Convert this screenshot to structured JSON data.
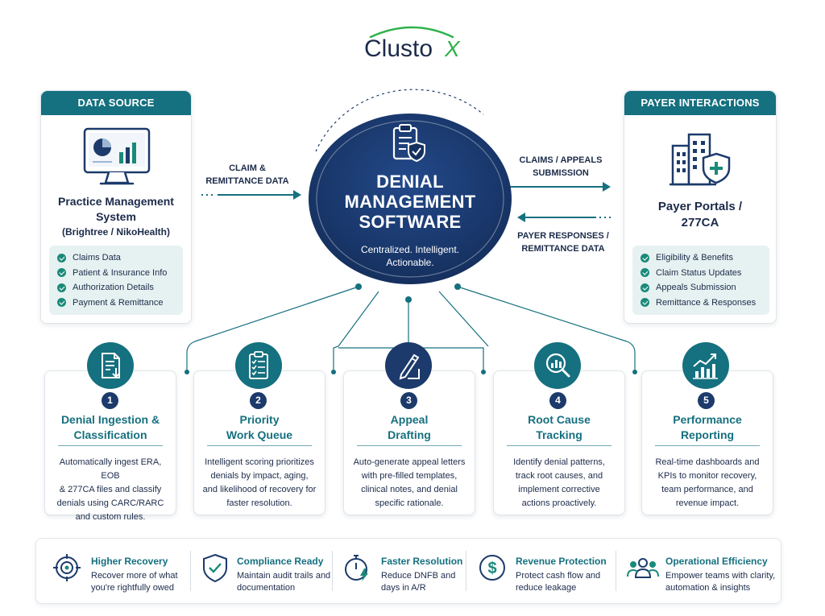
{
  "logo": {
    "text_main": "Clusto",
    "text_accent": "X",
    "accent_color": "#2fb24a"
  },
  "colors": {
    "navy": "#1c3a6b",
    "teal": "#15707f",
    "green": "#1a8a7a",
    "text": "#1c2b4a"
  },
  "data_source": {
    "header": "DATA SOURCE",
    "icon": "monitor-dashboard-icon",
    "title_line1": "Practice Management",
    "title_line2": "System",
    "subtitle": "(Brightree / NikoHealth)",
    "items": [
      "Claims Data",
      "Patient & Insurance Info",
      "Authorization Details",
      "Payment & Remittance"
    ]
  },
  "payer": {
    "header": "PAYER INTERACTIONS",
    "icon": "building-shield-icon",
    "title_line1": "Payer Portals /",
    "title_line2": "277CA",
    "items": [
      "Eligibility & Benefits",
      "Claim Status Updates",
      "Appeals Submission",
      "Remittance & Responses"
    ]
  },
  "flows": {
    "left_line1": "CLAIM &",
    "left_line2": "REMITTANCE DATA",
    "right_top_line1": "CLAIMS / APPEALS",
    "right_top_line2": "SUBMISSION",
    "right_bottom_line1": "PAYER RESPONSES /",
    "right_bottom_line2": "REMITTANCE DATA"
  },
  "center": {
    "icon": "clipboard-shield-icon",
    "title_line1": "DENIAL",
    "title_line2": "MANAGEMENT",
    "title_line3": "SOFTWARE",
    "sub_line1": "Centralized. Intelligent.",
    "sub_line2": "Actionable."
  },
  "steps": [
    {
      "num": "1",
      "icon": "document-download-icon",
      "title_line1": "Denial Ingestion &",
      "title_line2": "Classification",
      "desc": [
        "Automatically ingest ERA, EOB",
        "& 277CA files and classify",
        "denials using CARC/RARC",
        "and custom rules."
      ]
    },
    {
      "num": "2",
      "icon": "clipboard-checklist-icon",
      "title_line1": "Priority",
      "title_line2": "Work Queue",
      "desc": [
        "Intelligent scoring prioritizes",
        "denials by impact, aging,",
        "and likelihood of recovery for",
        "faster resolution."
      ]
    },
    {
      "num": "3",
      "icon": "pencil-ruler-icon",
      "title_line1": "Appeal",
      "title_line2": "Drafting",
      "desc": [
        "Auto-generate appeal letters",
        "with pre-filled templates,",
        "clinical notes, and denial",
        "specific rationale."
      ]
    },
    {
      "num": "4",
      "icon": "magnifier-chart-icon",
      "title_line1": "Root Cause",
      "title_line2": "Tracking",
      "desc": [
        "Identify denial patterns,",
        "track root causes, and",
        "implement corrective",
        "actions proactively."
      ]
    },
    {
      "num": "5",
      "icon": "trend-chart-icon",
      "title_line1": "Performance",
      "title_line2": "Reporting",
      "desc": [
        "Real-time dashboards and",
        "KPIs to monitor recovery,",
        "team performance, and",
        "revenue impact."
      ]
    }
  ],
  "benefits": [
    {
      "icon": "target-icon",
      "title": "Higher Recovery",
      "desc_line1": "Recover more of what",
      "desc_line2": "you're rightfully owed"
    },
    {
      "icon": "shield-check-icon",
      "title": "Compliance Ready",
      "desc_line1": "Maintain audit trails and",
      "desc_line2": "documentation"
    },
    {
      "icon": "stopwatch-bolt-icon",
      "title": "Faster Resolution",
      "desc_line1": "Reduce DNFB and",
      "desc_line2": "days in A/R"
    },
    {
      "icon": "dollar-circle-icon",
      "title": "Revenue Protection",
      "desc_line1": "Protect cash flow and",
      "desc_line2": "reduce leakage"
    },
    {
      "icon": "team-icon",
      "title": "Operational Efficiency",
      "desc_line1": "Empower teams with clarity,",
      "desc_line2": "automation & insights"
    }
  ]
}
